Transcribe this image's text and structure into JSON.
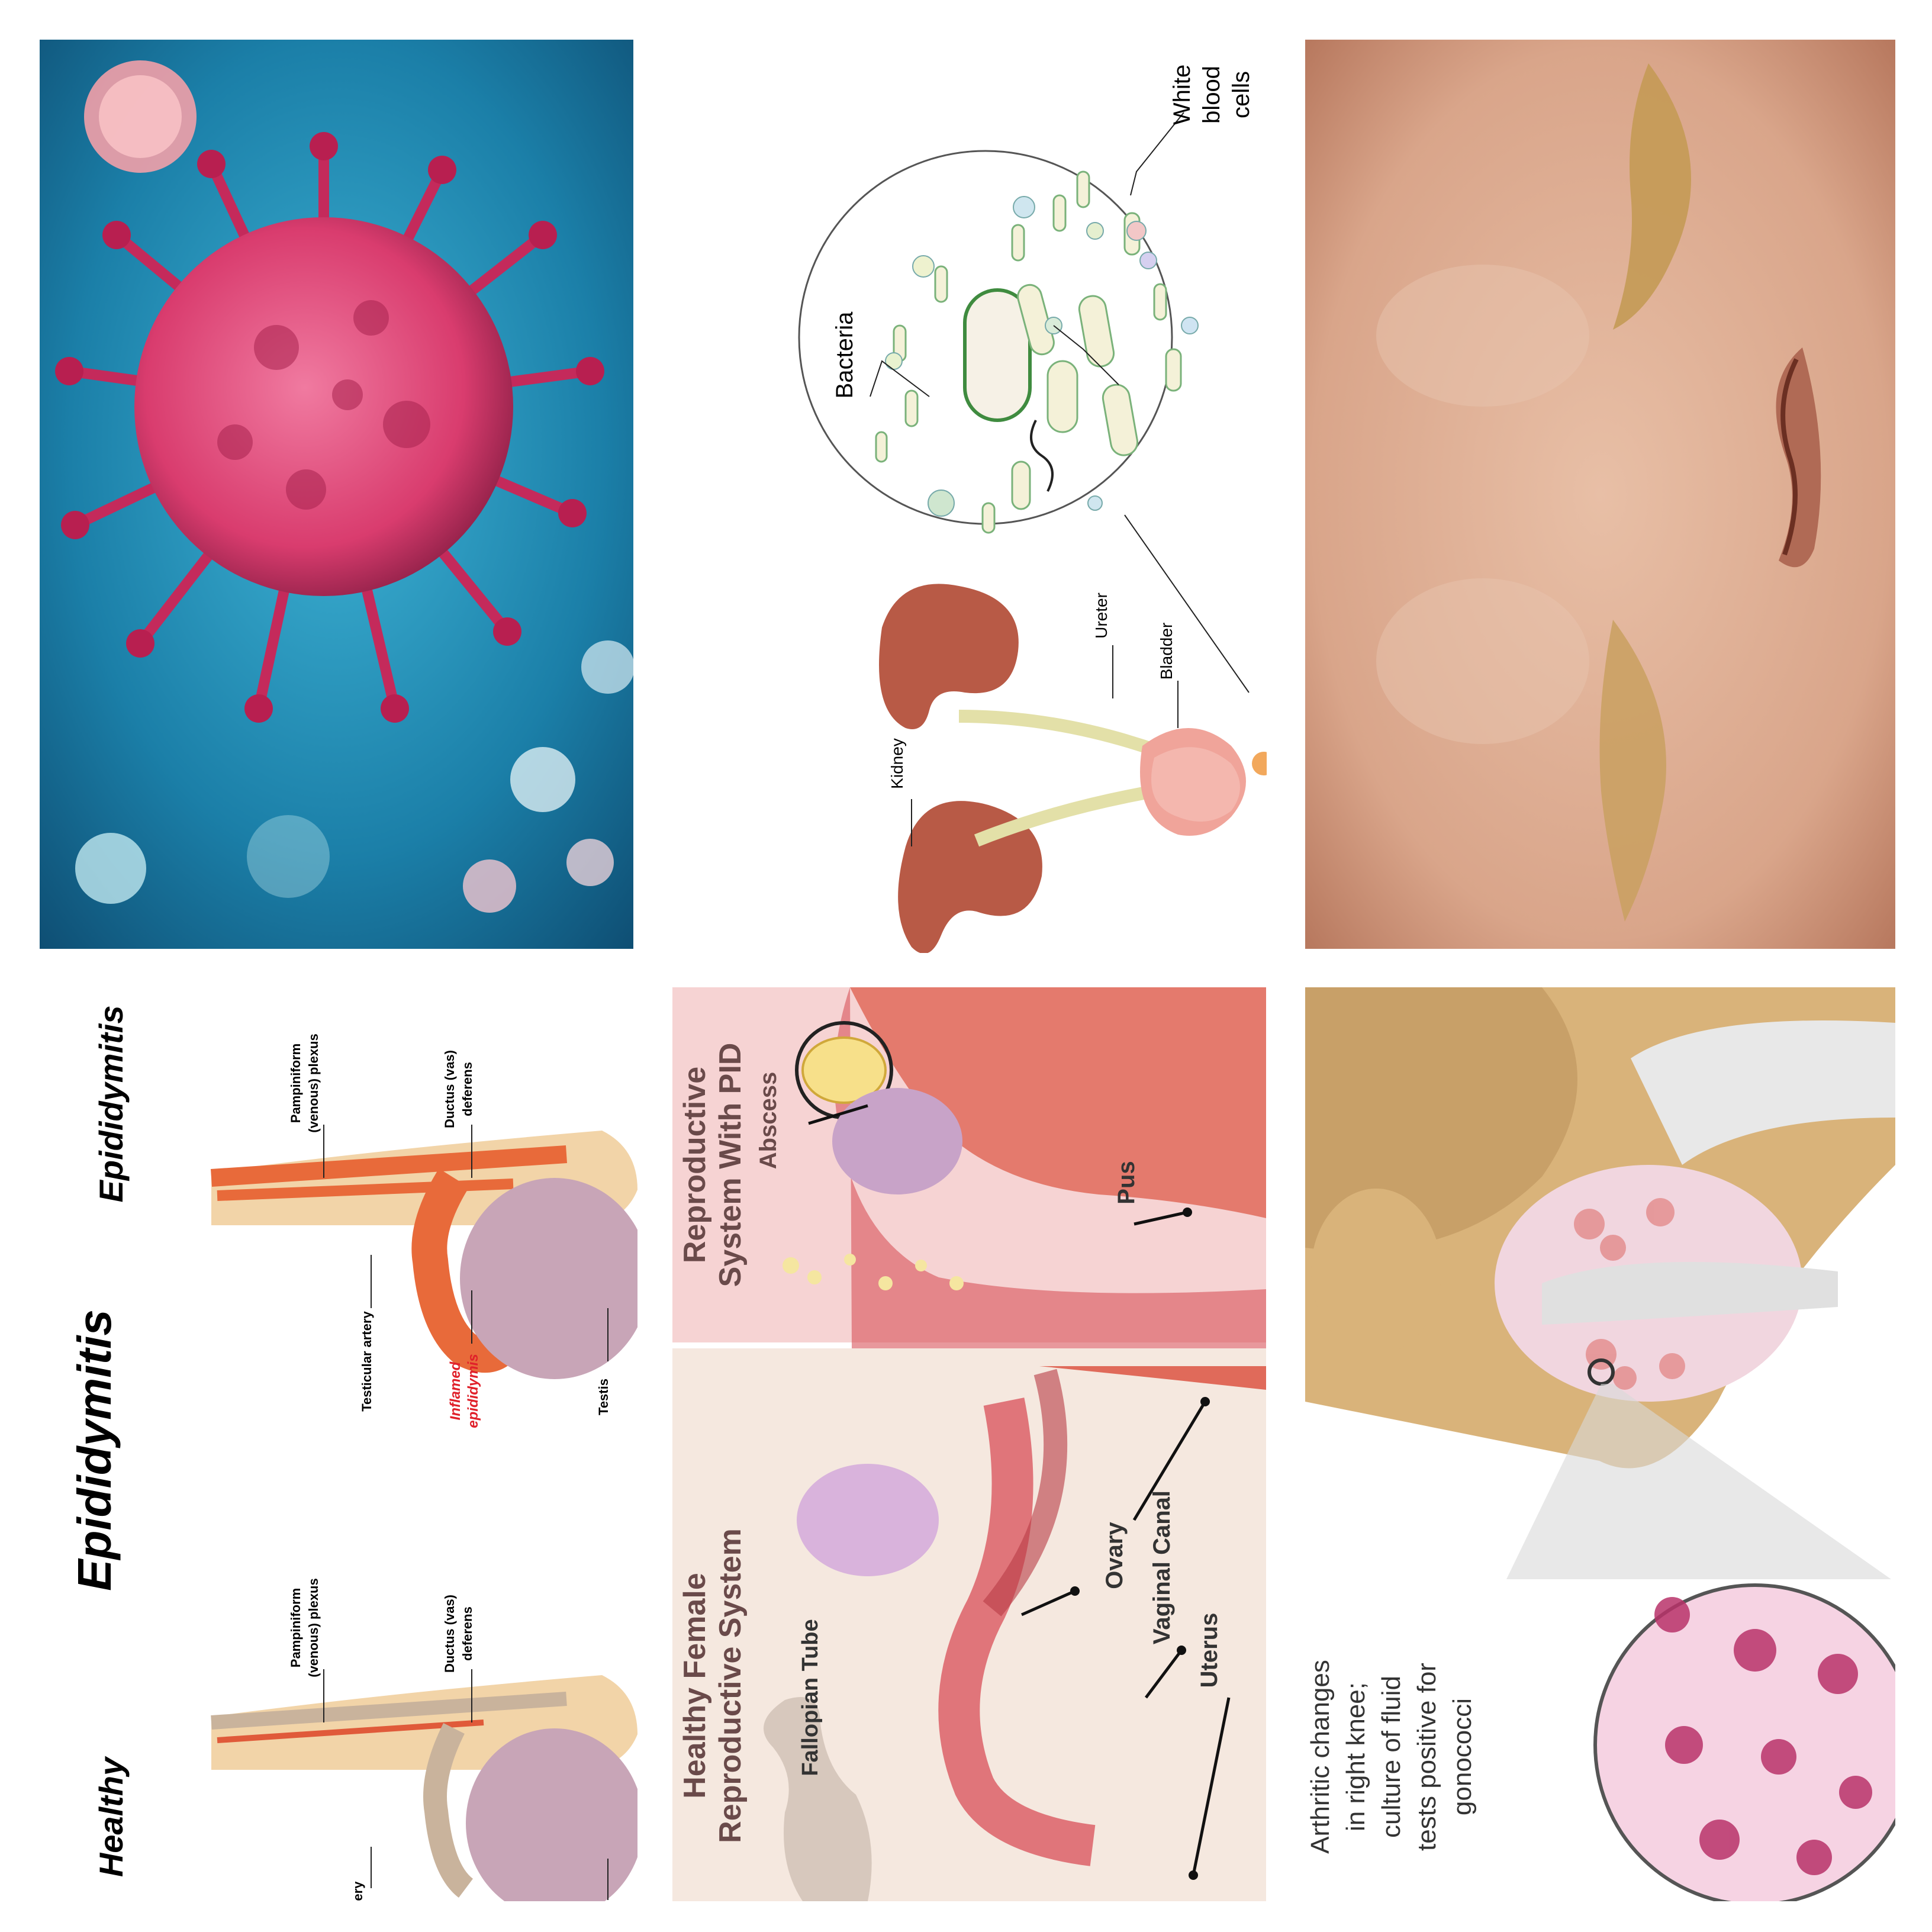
{
  "panels": {
    "uti": {
      "bacteria": "Bacteria",
      "wbc": [
        "White",
        "blood",
        "cells"
      ],
      "kidney": "Kidney",
      "ureter": "Ureter",
      "bladder": "Bladder"
    },
    "epididymitis": {
      "title": "Epididymitis",
      "healthy": "Healthy",
      "inflamed_heading": "Epididymitis",
      "plexus": [
        "Pampiniform",
        "(venous) plexus"
      ],
      "ductus": [
        "Ductus (vas)",
        "deferens"
      ],
      "testicular_artery": "Testicular artery",
      "inflamed": [
        "Inflamed",
        "epididymis"
      ],
      "testis": "Testis",
      "healthy_partial_artery": "ery"
    },
    "pid": {
      "healthy_title": [
        "Healthy Female",
        "Reproductive System"
      ],
      "fallopian": "Fallopian Tube",
      "ovary": "Ovary",
      "vaginal": "Vaginal Canal",
      "uterus": "Uterus",
      "pid_title": [
        "Reproductive",
        "System With PID"
      ],
      "abscess": "Abscess",
      "pus": "Pus"
    },
    "knee": {
      "caption": [
        "Arthritic changes",
        "in right knee;",
        "culture of fluid",
        "tests positive for",
        "gonococci"
      ]
    }
  },
  "colors": {
    "virus_bg": "#1b7fa8",
    "virus_pink": "#d93c6e",
    "skin": "#d9a58a",
    "pid_pink": "#f6d3d3",
    "pid_cream": "#f5e8df",
    "kidney": "#b85a46",
    "tube": "#e06a5a"
  }
}
